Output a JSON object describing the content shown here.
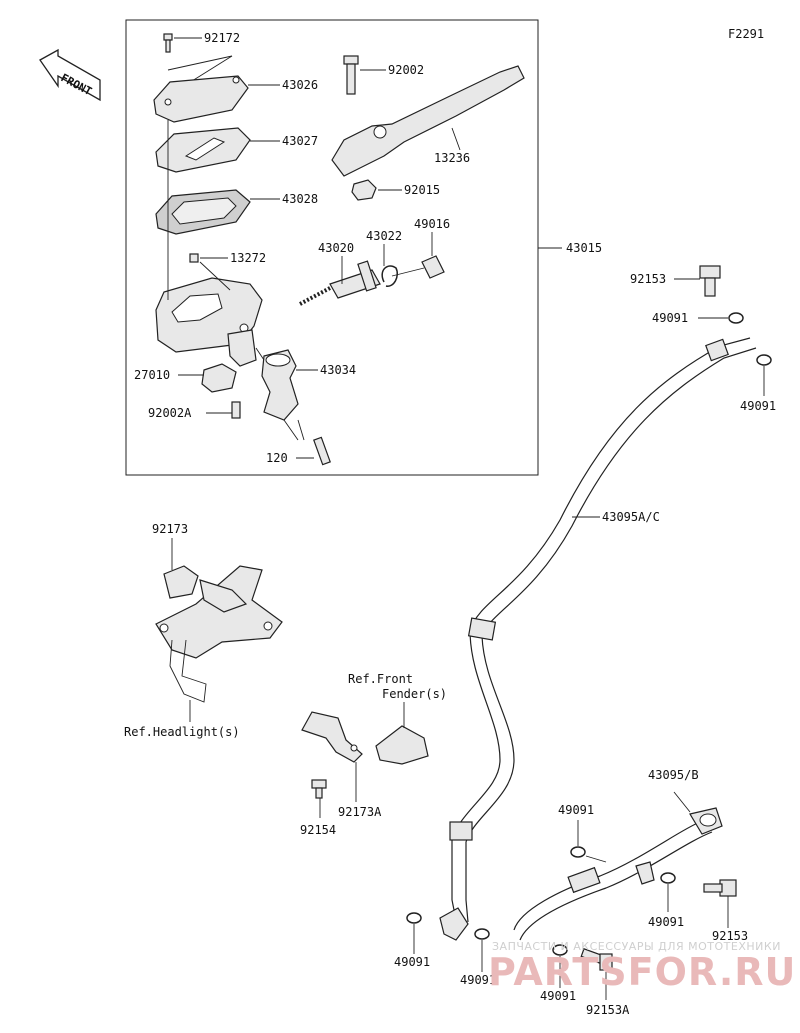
{
  "figure_code": "F2291",
  "front_indicator": "FRONT",
  "parts": {
    "p92172": "92172",
    "p43026": "43026",
    "p92002": "92002",
    "p43027": "43027",
    "p13236": "13236",
    "p92015": "92015",
    "p43028": "43028",
    "p43015": "43015",
    "p49016": "49016",
    "p43022": "43022",
    "p43020": "43020",
    "p13272": "13272",
    "p92153_top": "92153",
    "p49091_top1": "49091",
    "p49091_top2": "49091",
    "p27010": "27010",
    "p43034": "43034",
    "p92002A": "92002A",
    "p120": "120",
    "p43095AC": "43095A/C",
    "p92173": "92173",
    "p43095B": "43095/B",
    "p49091_mid": "49091",
    "p49091_right": "49091",
    "p92153_right": "92153",
    "p49091_bl": "49091",
    "p49091_bm": "49091",
    "p49091_bc": "49091",
    "p92153A": "92153A",
    "p92173A": "92173A",
    "p92154": "92154"
  },
  "references": {
    "ref_front_fender_1": "Ref.Front",
    "ref_front_fender_2": "Fender(s)",
    "ref_headlight": "Ref.Headlight(s)"
  },
  "watermark": {
    "line1": "ЗАПЧАСТИ И АКСЕССУАРЫ ДЛЯ МОТОТЕХНИКИ",
    "line2": "PARTSFOR.RU"
  }
}
